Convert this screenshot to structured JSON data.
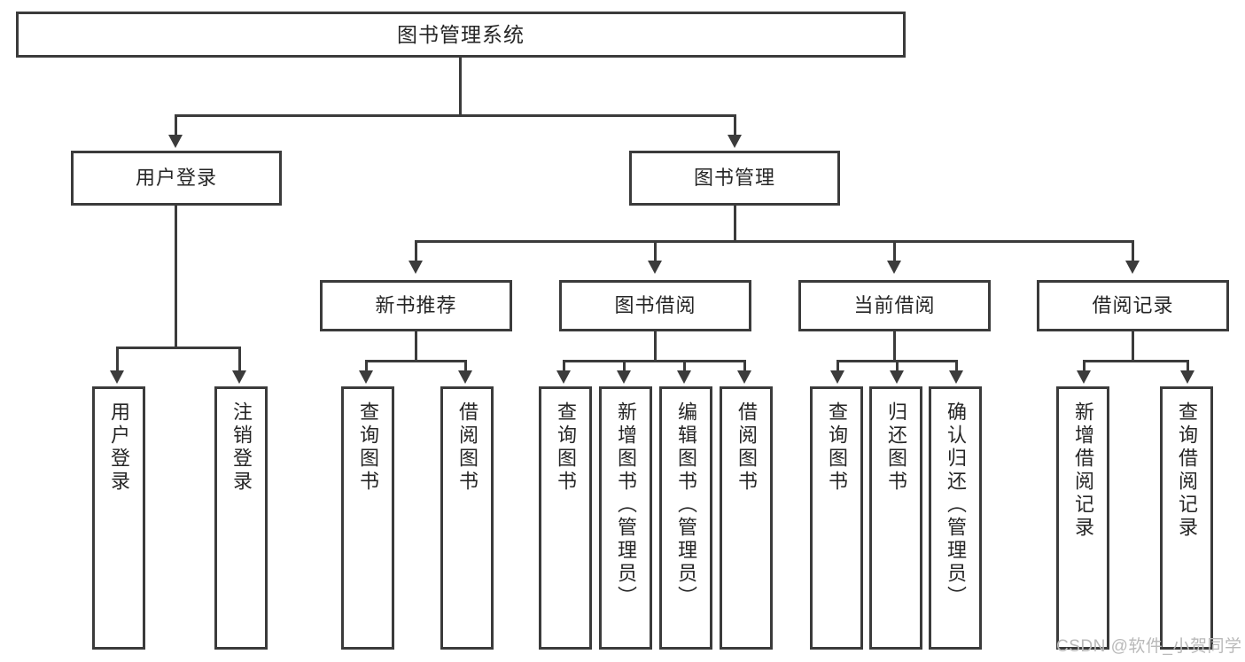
{
  "diagram": {
    "type": "tree",
    "title": "图书管理系统",
    "watermark": "CSDN @软件_小贺同学",
    "colors": {
      "box_border": "#3b3b3b",
      "box_fill": "#ffffff",
      "text": "#262626",
      "connector": "#3b3b3b",
      "watermark": "#b9b9b9"
    },
    "nodes": {
      "root": {
        "label": "图书管理系统"
      },
      "level2": [
        {
          "label": "用户登录"
        },
        {
          "label": "图书管理"
        }
      ],
      "level3": [
        {
          "label": "新书推荐"
        },
        {
          "label": "图书借阅"
        },
        {
          "label": "当前借阅"
        },
        {
          "label": "借阅记录"
        }
      ],
      "leaves": {
        "user_login": [
          {
            "label": "用户登录"
          },
          {
            "label": "注销登录"
          }
        ],
        "new_book": [
          {
            "label": "查询图书"
          },
          {
            "label": "借阅图书"
          }
        ],
        "book_borrow": [
          {
            "label": "查询图书"
          },
          {
            "label": "新增图书（管理员）"
          },
          {
            "label": "编辑图书（管理员）"
          },
          {
            "label": "借阅图书"
          }
        ],
        "current_borrow": [
          {
            "label": "查询图书"
          },
          {
            "label": "归还图书"
          },
          {
            "label": "确认归还（管理员）"
          }
        ],
        "borrow_record": [
          {
            "label": "新增借阅记录"
          },
          {
            "label": "查询借阅记录"
          }
        ]
      }
    }
  }
}
